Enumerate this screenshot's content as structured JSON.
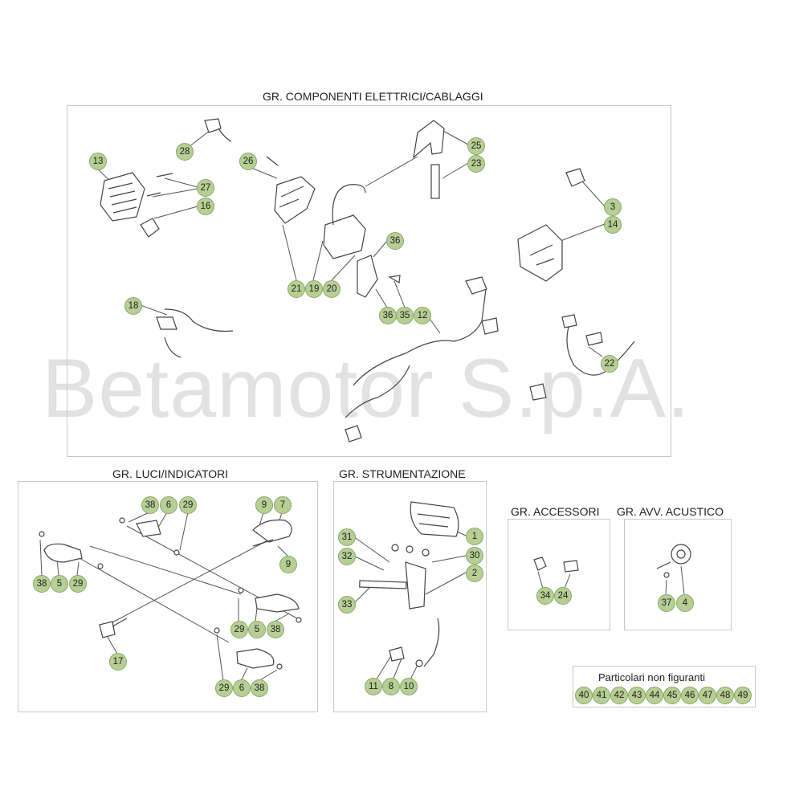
{
  "watermark": "Betamotor S.p.A.",
  "colors": {
    "badge": "#b7cf94",
    "badge_border": "#8aa86a",
    "panel_border": "#c8c8c8",
    "watermark": "#e2e2e2"
  },
  "groups": {
    "electrical": {
      "title": "GR. COMPONENTI ELETTRICI/CABLAGGI",
      "callouts": [
        "13",
        "28",
        "26",
        "27",
        "16",
        "25",
        "23",
        "3",
        "14",
        "36",
        "21",
        "19",
        "20",
        "36",
        "35",
        "12",
        "18",
        "22"
      ]
    },
    "lights": {
      "title": "GR. LUCI/INDICATORI",
      "callouts": [
        "38",
        "6",
        "29",
        "9",
        "7",
        "9",
        "38",
        "5",
        "29",
        "29",
        "5",
        "38",
        "17",
        "29",
        "6",
        "38"
      ]
    },
    "instruments": {
      "title": "GR. STRUMENTAZIONE",
      "callouts": [
        "31",
        "1",
        "32",
        "30",
        "2",
        "33",
        "11",
        "8",
        "10"
      ]
    },
    "accessories": {
      "title": "GR. ACCESSORI",
      "callouts": [
        "34",
        "24"
      ]
    },
    "horn": {
      "title": "GR. AVV. ACUSTICO",
      "callouts": [
        "37",
        "4"
      ]
    }
  },
  "not_shown": {
    "title": "Particolari non figuranti",
    "items": [
      "40",
      "41",
      "42",
      "43",
      "44",
      "45",
      "46",
      "47",
      "48",
      "49"
    ]
  }
}
